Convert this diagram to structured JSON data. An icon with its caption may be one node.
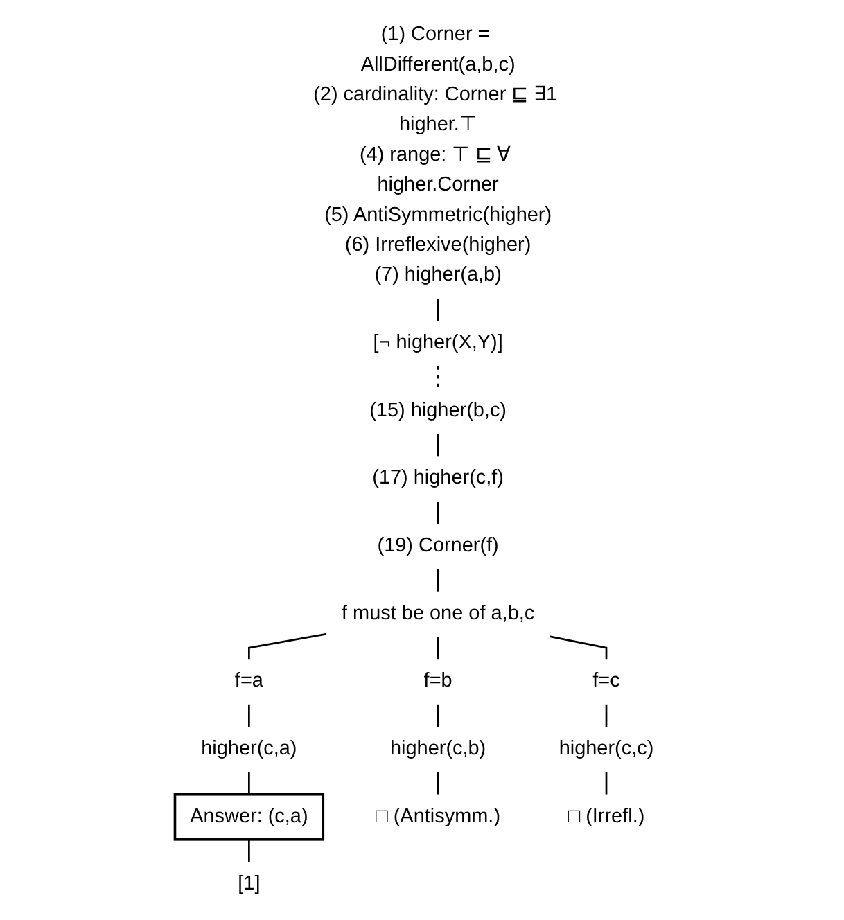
{
  "diagram": {
    "nodes": [
      {
        "text": [
          "(1) Corner = AllDifferent(a,b,c)",
          "(2) cardinality: Corner ⊑ ∃1 higher.⊤",
          "(4) range: ⊤ ⊑ ∀ higher.Corner",
          "(5) AntiSymmetric(higher)",
          "(6) Irreflexive(higher)",
          "(7) higher(a,b)"
        ]
      },
      {
        "text": [
          "[¬ higher(X,Y)]"
        ]
      },
      {
        "text": [
          "(15) higher(b,c)"
        ]
      },
      {
        "text": [
          "(17) higher(c,f)"
        ]
      },
      {
        "text": [
          "(19) Corner(f)"
        ]
      },
      {
        "text": [
          "f must be one of a,b,c"
        ]
      },
      {
        "text": [
          "f=a"
        ]
      },
      {
        "text": [
          "f=b"
        ]
      },
      {
        "text": [
          "f=c"
        ]
      },
      {
        "text": [
          "higher(c,a)"
        ]
      },
      {
        "text": [
          "higher(c,b)"
        ]
      },
      {
        "text": [
          "higher(c,c)"
        ]
      },
      {
        "text": [
          "Answer: (c,a)"
        ]
      },
      {
        "text": [
          "□ (Antisymm.)"
        ]
      },
      {
        "text": [
          "□ (Irrefl.)"
        ]
      },
      {
        "text": [
          "[1]"
        ]
      }
    ],
    "edges": [
      {
        "from": 0,
        "to": 1,
        "arrow": "none"
      },
      {
        "from": 1,
        "to": 2,
        "arrow": "none",
        "style": "dashed"
      },
      {
        "from": 2,
        "to": 3,
        "arrow": "none"
      },
      {
        "from": 3,
        "to": 4,
        "arrow": "none"
      },
      {
        "from": 4,
        "to": 5,
        "arrow": "none"
      },
      {
        "from": 5,
        "to": 6,
        "arrow": "none"
      },
      {
        "from": 5,
        "to": 7,
        "arrow": "none"
      },
      {
        "from": 5,
        "to": 8,
        "arrow": "none"
      },
      {
        "from": 6,
        "to": 9,
        "arrow": "none"
      },
      {
        "from": 7,
        "to": 10,
        "arrow": "none"
      },
      {
        "from": 8,
        "to": 11,
        "arrow": "none"
      },
      {
        "from": 9,
        "to": 12,
        "arrow": "none"
      },
      {
        "from": 10,
        "to": 13,
        "arrow": "none"
      },
      {
        "from": 11,
        "to": 14,
        "arrow": "none"
      },
      {
        "from": 12,
        "to": 15,
        "arrow": "none"
      }
    ]
  }
}
